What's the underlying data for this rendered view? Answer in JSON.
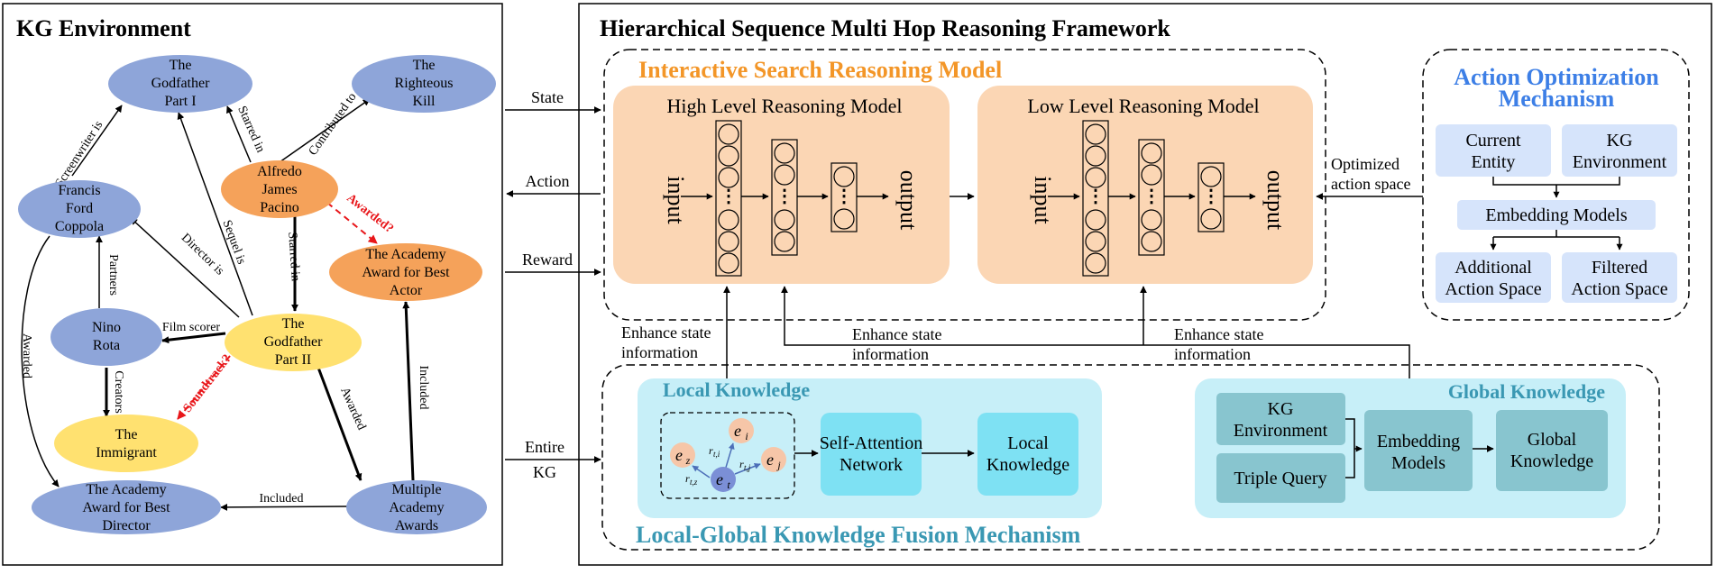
{
  "kg": {
    "title": "KG Environment",
    "nodes": {
      "godfather1": [
        "The",
        "Godfather",
        "Part I"
      ],
      "righteous": [
        "The",
        "Righteous",
        "Kill"
      ],
      "alfredo": [
        "Alfredo",
        "James",
        "Pacino"
      ],
      "francis": [
        "Francis",
        "Ford",
        "Coppola"
      ],
      "academy_actor": [
        "The Academy",
        "Award for Best",
        "Actor"
      ],
      "nino": [
        "Nino",
        "Rota"
      ],
      "godfather2": [
        "The",
        "Godfather",
        "Part II"
      ],
      "immigrant": [
        "The",
        "Immigrant"
      ],
      "academy_director": [
        "The Academy",
        "Award for Best",
        "Director"
      ],
      "multiple": [
        "Multiple",
        "Academy",
        "Awards"
      ]
    },
    "edges": {
      "screenwriter": "Screenwriter is",
      "starred1": "Starred in",
      "contributed": "Contributed to",
      "sequel": "Sequel is",
      "director": "Director is",
      "starred2": "Starred in",
      "awarded_q": "Awarded?",
      "partners": "Partners",
      "film_scorer": "Film scorer",
      "creators": "Creators",
      "soundtrack_q": "Soundtrack?",
      "awarded_left": "Awarded",
      "awarded_mid": "Awarded",
      "included_v": "Included",
      "included_h": "Included"
    }
  },
  "io": {
    "state": "State",
    "action": "Action",
    "reward": "Reward",
    "entire_kg": [
      "Entire",
      "KG"
    ]
  },
  "framework": {
    "title": "Hierarchical Sequence Multi Hop Reasoning Framework",
    "isrm_title": "Interactive Search Reasoning Model",
    "high_title": "High Level Reasoning Model",
    "low_title": "Low Level Reasoning Model",
    "input": "input",
    "output": "output",
    "optimized": [
      "Optimized",
      "action space"
    ],
    "enhance": [
      "Enhance state",
      "information"
    ],
    "aom_title": [
      "Action Optimization",
      "Mechanism"
    ],
    "aom": {
      "current_entity": [
        "Current",
        "Entity"
      ],
      "kg_env": [
        "KG",
        "Environment"
      ],
      "embedding": "Embedding Models",
      "additional": [
        "Additional",
        "Action Space"
      ],
      "filtered": [
        "Filtered",
        "Action Space"
      ]
    },
    "fusion_title": "Local-Global Knowledge Fusion Mechanism",
    "local_title": "Local Knowledge",
    "global_title": "Global Knowledge",
    "local": {
      "self_attention": [
        "Self-Attention",
        "Network"
      ],
      "local_knowledge": [
        "Local",
        "Knowledge"
      ],
      "entities": {
        "ei": "e",
        "ej": "e",
        "ez": "e",
        "et": "e"
      },
      "entity_subs": {
        "ei": "i",
        "ej": "j",
        "ez": "z",
        "et": "t"
      },
      "rel_labels": {
        "ri": "r",
        "rj": "r",
        "rz": "r"
      },
      "rel_subs": {
        "ri": "t,i",
        "rj": "t,j",
        "rz": "t,z"
      }
    },
    "global": {
      "kg_env": [
        "KG",
        "Environment"
      ],
      "triple": "Triple Query",
      "embedding": [
        "Embedding",
        "Models"
      ],
      "global_knowledge": [
        "Global",
        "Knowledge"
      ]
    }
  },
  "colors": {
    "blue_node": "#8ea5d9",
    "orange_node": "#f5a25a",
    "yellow_node": "#ffe170",
    "orange_panel": "#fbd6b4",
    "orange_title": "#f39628",
    "blue_title": "#3d7fe6",
    "aom_box": "#d6e4fb",
    "cyan_panel": "#c7eff8",
    "cyan_box": "#7ee1f3",
    "teal_box": "#88c5cf",
    "teal_title": "#3a98b3",
    "red": "#e8161a"
  }
}
